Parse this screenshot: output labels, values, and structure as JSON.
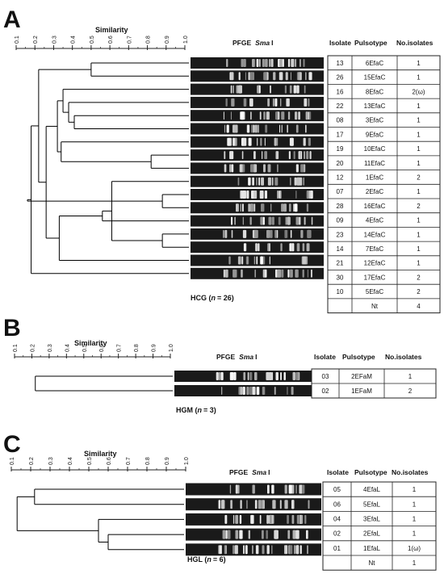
{
  "axis": {
    "title": "Similarity",
    "ticks": [
      "0.1",
      "0.2",
      "0.3",
      "0.4",
      "0.5",
      "0.6",
      "0.7",
      "0.8",
      "0.9",
      "1.0"
    ]
  },
  "headers": {
    "pfge": "PFGE",
    "enzyme": "Sma",
    "enzyme_suffix": "I",
    "isolate": "Isolate",
    "pulsotype": "Pulsotype",
    "count": "No.isolates"
  },
  "panels": [
    {
      "letter": "A",
      "group_label": "HCG",
      "n_label": "n",
      "n_value": "= 26)",
      "rows": [
        {
          "isolate": "13",
          "pulsotype": "6EfaC",
          "count": "1"
        },
        {
          "isolate": "26",
          "pulsotype": "15EfaC",
          "count": "1"
        },
        {
          "isolate": "16",
          "pulsotype": "8EfaC",
          "count": "2(ω)"
        },
        {
          "isolate": "22",
          "pulsotype": "13EfaC",
          "count": "1"
        },
        {
          "isolate": "08",
          "pulsotype": "3EfaC",
          "count": "1"
        },
        {
          "isolate": "17",
          "pulsotype": "9EfaC",
          "count": "1"
        },
        {
          "isolate": "19",
          "pulsotype": "10EfaC",
          "count": "1"
        },
        {
          "isolate": "20",
          "pulsotype": "11EfaC",
          "count": "1"
        },
        {
          "isolate": "12",
          "pulsotype": "1EfaC",
          "count": "2"
        },
        {
          "isolate": "07",
          "pulsotype": "2EfaC",
          "count": "1"
        },
        {
          "isolate": "28",
          "pulsotype": "16EfaC",
          "count": "2"
        },
        {
          "isolate": "09",
          "pulsotype": "4EfaC",
          "count": "1"
        },
        {
          "isolate": "23",
          "pulsotype": "14EfaC",
          "count": "1"
        },
        {
          "isolate": "14",
          "pulsotype": "7EfaC",
          "count": "1"
        },
        {
          "isolate": "21",
          "pulsotype": "12EfaC",
          "count": "1"
        },
        {
          "isolate": "30",
          "pulsotype": "17EfaC",
          "count": "2"
        },
        {
          "isolate": "10",
          "pulsotype": "5EfaC",
          "count": "2"
        },
        {
          "isolate": "",
          "pulsotype": "Nt",
          "count": "4"
        }
      ],
      "tree": [
        {
          "a": 0,
          "b": 1,
          "sim": 0.5
        },
        {
          "a": 10,
          "b": 11,
          "sim": 0.88
        },
        {
          "a": 13,
          "b": 14,
          "sim": 0.88
        },
        {
          "a": 7,
          "b": 8,
          "sim": 0.82
        },
        {
          "a": 19,
          "b": 9,
          "sim": 0.61
        },
        {
          "a": 21,
          "b": 12,
          "sim": 0.56
        },
        {
          "a": 4,
          "b": 5,
          "sim": 0.41
        },
        {
          "a": 3,
          "b": 23,
          "sim": 0.38
        },
        {
          "a": 6,
          "b": 20,
          "sim": 0.34
        },
        {
          "a": 2,
          "b": 24,
          "sim": 0.35
        },
        {
          "a": 22,
          "b": 15,
          "sim": 0.33
        },
        {
          "a": 25,
          "b": 26,
          "sim": 0.32
        },
        {
          "a": 27,
          "b": 28,
          "sim": 0.26
        },
        {
          "a": 17,
          "b": 29,
          "sim": 0.22
        },
        {
          "a": 16,
          "b": 30,
          "sim": 0.18
        },
        {
          "a": 18,
          "b": 31,
          "sim": 0.16
        }
      ]
    },
    {
      "letter": "B",
      "group_label": "HGM",
      "n_label": "n",
      "n_value": "= 3)",
      "rows": [
        {
          "isolate": "03",
          "pulsotype": "2EFaM",
          "count": "1"
        },
        {
          "isolate": "02",
          "pulsotype": "1EFaM",
          "count": "2"
        }
      ],
      "tree": [
        {
          "a": 0,
          "b": 1,
          "sim": 0.22
        }
      ]
    },
    {
      "letter": "C",
      "group_label": "HGL",
      "n_label": "n",
      "n_value": "= 6)",
      "rows": [
        {
          "isolate": "05",
          "pulsotype": "4EfaL",
          "count": "1"
        },
        {
          "isolate": "06",
          "pulsotype": "5EfaL",
          "count": "1"
        },
        {
          "isolate": "04",
          "pulsotype": "3EfaL",
          "count": "1"
        },
        {
          "isolate": "02",
          "pulsotype": "2EfaL",
          "count": "1"
        },
        {
          "isolate": "01",
          "pulsotype": "1EfaL",
          "count": "1(ω)"
        },
        {
          "isolate": "",
          "pulsotype": "Nt",
          "count": "1"
        }
      ],
      "tree": [
        {
          "a": 3,
          "b": 4,
          "sim": 0.6
        },
        {
          "a": 2,
          "b": 5,
          "sim": 0.55
        },
        {
          "a": 0,
          "b": 1,
          "sim": 0.22
        },
        {
          "a": 7,
          "b": 6,
          "sim": 0.13
        }
      ]
    }
  ]
}
